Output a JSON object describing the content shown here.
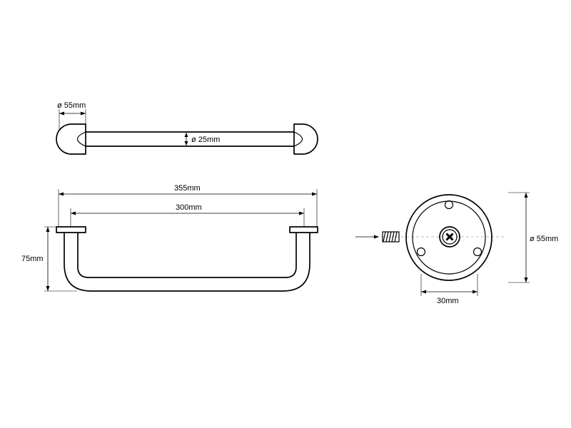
{
  "dimensions": {
    "rosette_diameter": "ø 55mm",
    "tube_diameter": "ø 25mm",
    "overall_length": "355mm",
    "center_distance": "300mm",
    "projection": "75mm",
    "base_diameter": "ø 55mm",
    "hole_spacing": "30mm"
  },
  "colors": {
    "line": "#000000",
    "centerline": "#7a7a7a",
    "background": "#ffffff"
  },
  "icons": {
    "screw": "cross-screw-icon",
    "anchor": "wall-screw-icon"
  }
}
